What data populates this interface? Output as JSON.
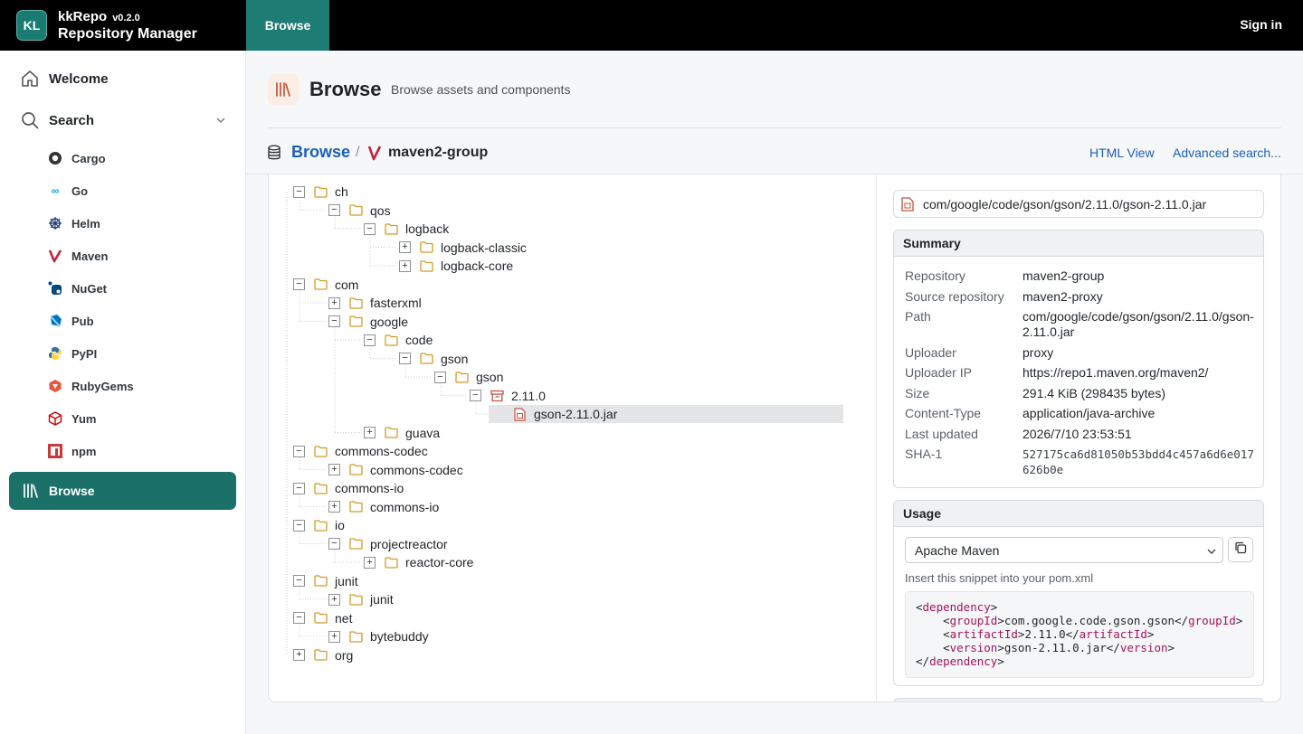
{
  "topbar": {
    "logo": "KL",
    "app_name": "kkRepo",
    "version": "v0.2.0",
    "subtitle": "Repository Manager",
    "tab_browse": "Browse",
    "sign_in": "Sign in"
  },
  "sidebar": {
    "welcome": "Welcome",
    "search": "Search",
    "items": [
      "Cargo",
      "Go",
      "Helm",
      "Maven",
      "NuGet",
      "Pub",
      "PyPI",
      "RubyGems",
      "Yum",
      "npm"
    ],
    "browse": "Browse"
  },
  "header": {
    "title": "Browse",
    "subtitle": "Browse assets and components"
  },
  "breadcrumb": {
    "root": "Browse",
    "separator": "/",
    "current": "maven2-group",
    "html_view": "HTML View",
    "advanced_search": "Advanced search..."
  },
  "tree": [
    {
      "label": "ch",
      "depth": 0,
      "state": "expanded"
    },
    {
      "label": "qos",
      "depth": 1,
      "state": "expanded"
    },
    {
      "label": "logback",
      "depth": 2,
      "state": "expanded"
    },
    {
      "label": "logback-classic",
      "depth": 3,
      "state": "collapsed"
    },
    {
      "label": "logback-core",
      "depth": 3,
      "state": "collapsed"
    },
    {
      "label": "com",
      "depth": 0,
      "state": "expanded"
    },
    {
      "label": "fasterxml",
      "depth": 1,
      "state": "collapsed"
    },
    {
      "label": "google",
      "depth": 1,
      "state": "expanded"
    },
    {
      "label": "code",
      "depth": 2,
      "state": "expanded"
    },
    {
      "label": "gson",
      "depth": 3,
      "state": "expanded"
    },
    {
      "label": "gson",
      "depth": 4,
      "state": "expanded"
    },
    {
      "label": "2.11.0",
      "depth": 5,
      "state": "expanded",
      "kind": "component"
    },
    {
      "label": "gson-2.11.0.jar",
      "depth": 6,
      "state": "leaf",
      "kind": "asset",
      "selected": true
    },
    {
      "label": "guava",
      "depth": 2,
      "state": "collapsed"
    },
    {
      "label": "commons-codec",
      "depth": 0,
      "state": "expanded"
    },
    {
      "label": "commons-codec",
      "depth": 1,
      "state": "collapsed"
    },
    {
      "label": "commons-io",
      "depth": 0,
      "state": "expanded"
    },
    {
      "label": "commons-io",
      "depth": 1,
      "state": "collapsed"
    },
    {
      "label": "io",
      "depth": 0,
      "state": "expanded"
    },
    {
      "label": "projectreactor",
      "depth": 1,
      "state": "expanded"
    },
    {
      "label": "reactor-core",
      "depth": 2,
      "state": "collapsed"
    },
    {
      "label": "junit",
      "depth": 0,
      "state": "expanded"
    },
    {
      "label": "junit",
      "depth": 1,
      "state": "collapsed"
    },
    {
      "label": "net",
      "depth": 0,
      "state": "expanded"
    },
    {
      "label": "bytebuddy",
      "depth": 1,
      "state": "collapsed"
    },
    {
      "label": "org",
      "depth": 0,
      "state": "collapsed"
    }
  ],
  "details": {
    "path": "com/google/code/gson/gson/2.11.0/gson-2.11.0.jar",
    "summary_title": "Summary",
    "summary": [
      {
        "key": "Repository",
        "value": "maven2-group"
      },
      {
        "key": "Source repository",
        "value": "maven2-proxy"
      },
      {
        "key": "Path",
        "value": "com/google/code/gson/gson/2.11.0/gson-2.11.0.jar"
      },
      {
        "key": "Uploader",
        "value": "proxy"
      },
      {
        "key": "Uploader IP",
        "value": "https://repo1.maven.org/maven2/"
      },
      {
        "key": "Size",
        "value": "291.4 KiB (298435 bytes)"
      },
      {
        "key": "Content-Type",
        "value": "application/java-archive"
      },
      {
        "key": "Last updated",
        "value": "2026/7/10 23:53:51"
      },
      {
        "key": "SHA-1",
        "value": "527175ca6d81050b53bdd4c457a6d6e017626b0e"
      }
    ],
    "usage_title": "Usage",
    "usage_select": "Apache Maven",
    "usage_hint": "Insert this snippet into your pom.xml",
    "snippet": {
      "groupId": "com.google.code.gson.gson",
      "artifactId": "2.11.0",
      "version": "gson-2.11.0.jar"
    }
  },
  "colors": {
    "brand": "#1d7c73",
    "link": "#1b5fb8",
    "xml_tag": "#a3145e"
  }
}
